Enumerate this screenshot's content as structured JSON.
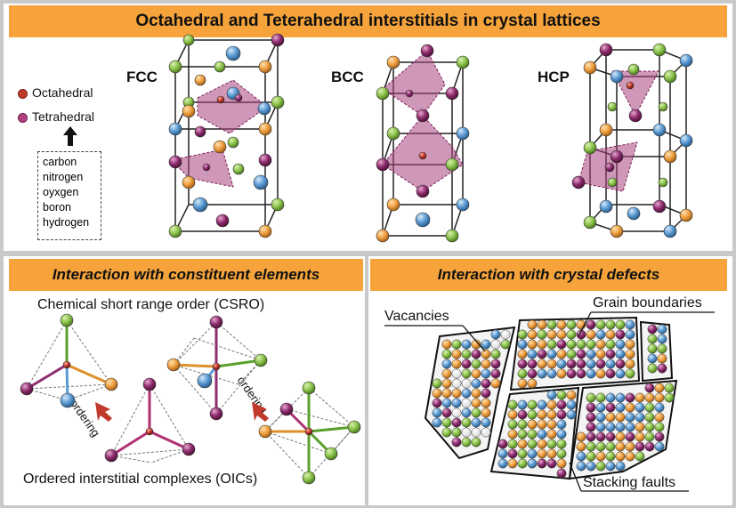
{
  "title": "Octahedral and Teterahedral interstitials in crystal lattices",
  "lattices": [
    "FCC",
    "BCC",
    "HCP"
  ],
  "legend": [
    {
      "label": "Octahedral",
      "color": "#c0392b"
    },
    {
      "label": "Tetrahedral",
      "color": "#9b2d6f"
    }
  ],
  "interstitial_elements": [
    "carbon",
    "nitrogen",
    "oyxgen",
    "boron",
    "hydrogen"
  ],
  "panel_left": {
    "title": "Interaction with constituent elements",
    "csro": "Chemical short range order (CSRO)",
    "ordering": "ordering",
    "oic": "Ordered interstitial complexes (OICs)"
  },
  "panel_right": {
    "title": "Interaction with crystal defects",
    "vacancies": "Vacancies",
    "grain_boundaries": "Grain boundaries",
    "stacking_faults": "Stacking faults"
  },
  "colors": {
    "header": "#f5a33a",
    "atom_green": "#8bc34a",
    "atom_orange": "#f0a040",
    "atom_blue": "#5b9bd5",
    "atom_purple": "#8e2c6f",
    "polyhedron": "#a8437f"
  }
}
